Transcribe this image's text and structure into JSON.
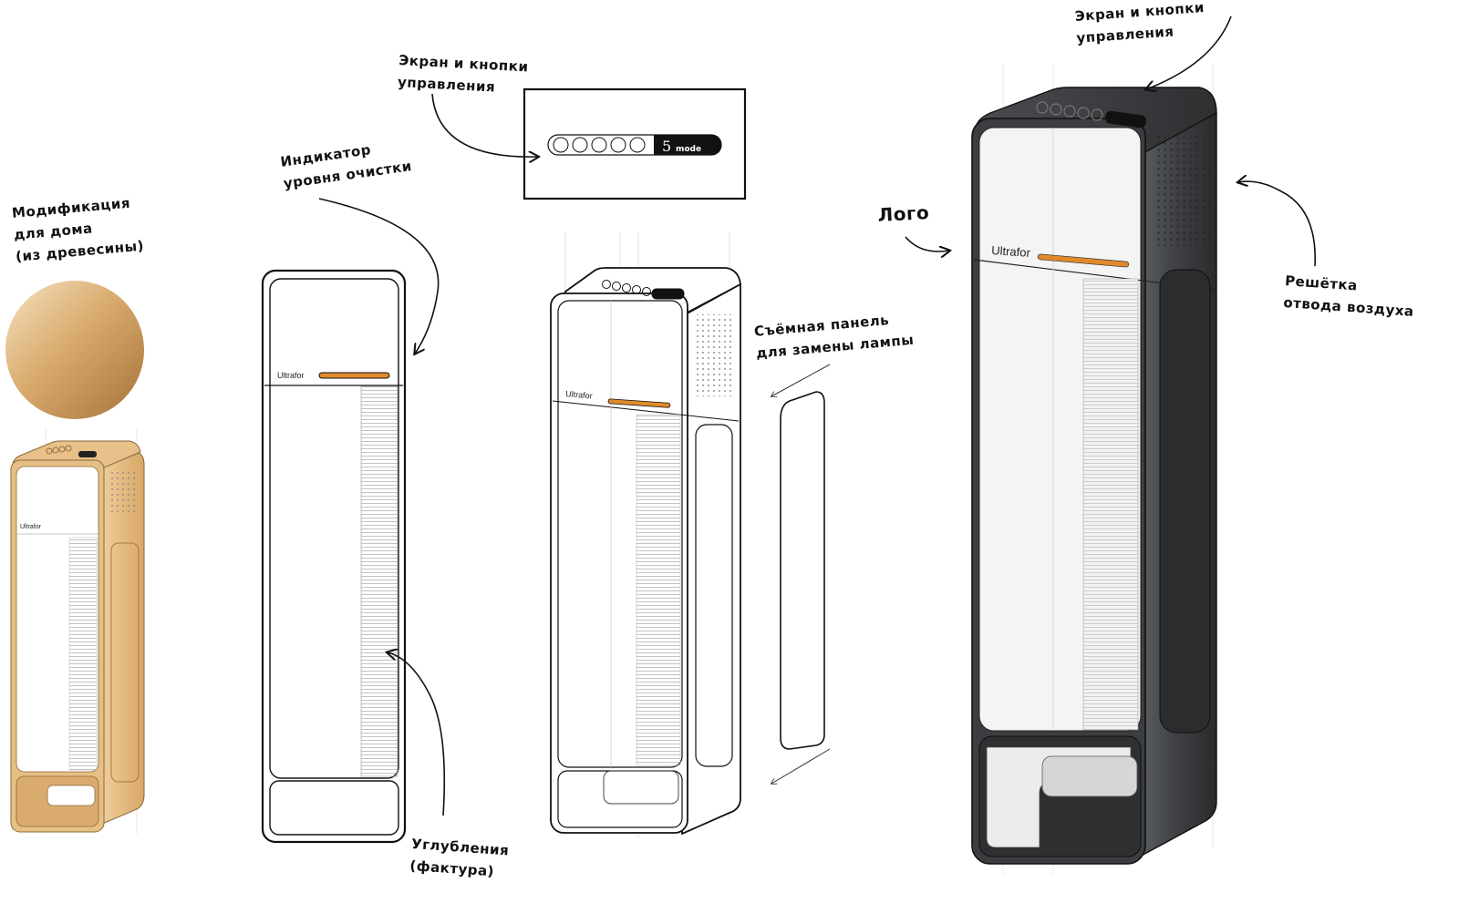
{
  "annotations": {
    "home_mod": [
      "Модификация",
      "для дома",
      "(из древесины)"
    ],
    "indicator": [
      "Индикатор",
      "уровня очистки"
    ],
    "screen_mid": [
      "Экран и кнопки",
      "управления"
    ],
    "screen_right": [
      "Экран и кнопки",
      "управления"
    ],
    "panel": [
      "Съёмная панель",
      "для замены лампы"
    ],
    "logo": "Лого",
    "grille": [
      "Решётка",
      "отвода воздуха"
    ],
    "texture": [
      "Углубления",
      "(фактура)"
    ]
  },
  "brand": "Ultrafor",
  "control_panel": {
    "mode_number": "5",
    "mode_label": "mode",
    "buttons": 5
  },
  "colors": {
    "wood_light": "#e8c898",
    "wood_dark": "#c8985e",
    "accent_orange": "#e08a2c",
    "dark_body": "#3b3d40",
    "outline": "#1a1a1a"
  }
}
